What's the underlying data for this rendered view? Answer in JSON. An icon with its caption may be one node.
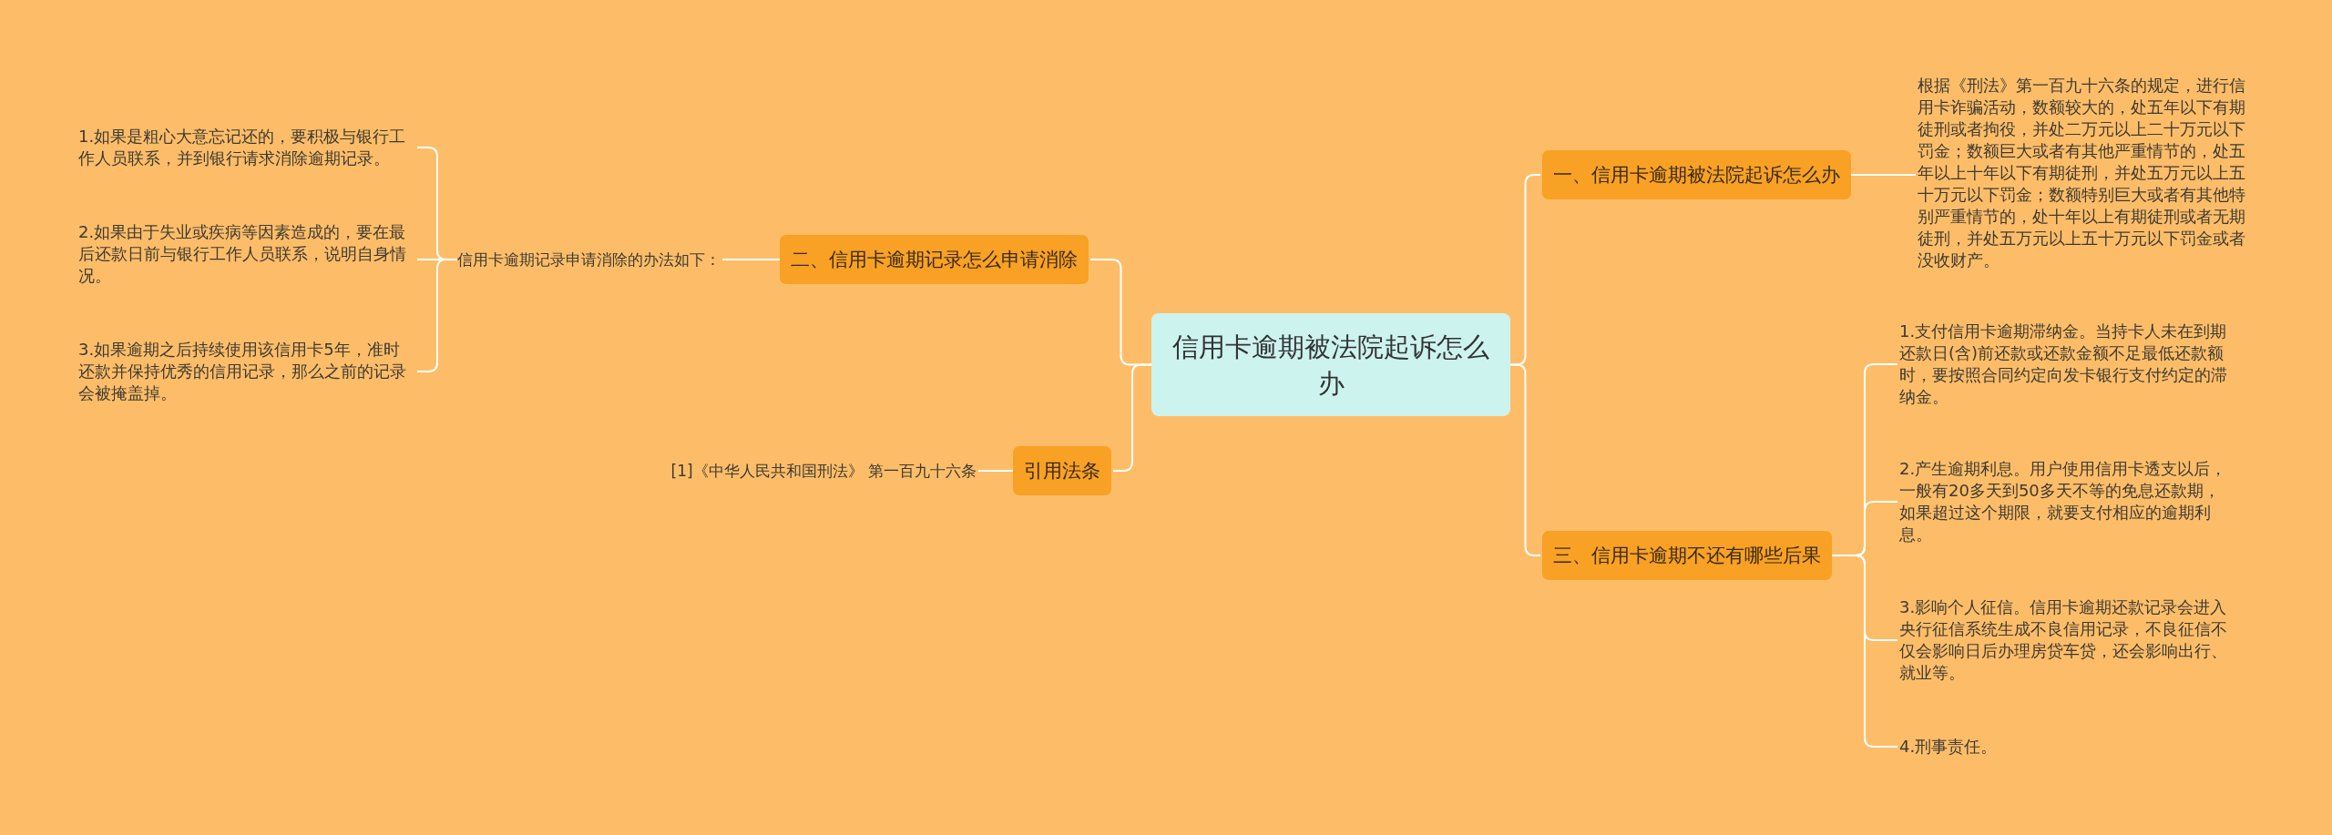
{
  "diagram": {
    "nodes": [
      {
        "text": [
          "信用卡逾期被法院起诉怎么办"
        ]
      },
      {
        "text": [
          "一、信用卡逾期被法院起诉怎么办"
        ]
      },
      {
        "text": [
          "根据《刑法》第一百九十六条的规定，进行信用卡诈骗活动，数额较大的，处五年以下有期徒刑或者拘役，并处二万元以上二十万元以下罚金；数额巨大或者有其他严重情节的，处五年以上十年以下有期徒刑，并处五万元以上五十万元以下罚金；数额特别巨大或者有其他特别严重情节的，处十年以上有期徒刑或者无期徒刑，并处五万元以上五十万元以下罚金或者没收财产。"
        ]
      },
      {
        "text": [
          "三、信用卡逾期不还有哪些后果"
        ]
      },
      {
        "text": [
          "1.支付信用卡逾期滞纳金。当持卡人未在到期还款日(含)前还款或还款金额不足最低还款额时，要按照合同约定向发卡银行支付约定的滞纳金。"
        ]
      },
      {
        "text": [
          "2.产生逾期利息。用户使用信用卡透支以后，一般有20多天到50多天不等的免息还款期，如果超过这个期限，就要支付相应的逾期利息。"
        ]
      },
      {
        "text": [
          "3.影响个人征信。信用卡逾期还款记录会进入央行征信系统生成不良信用记录，不良征信不仅会影响日后办理房贷车贷，还会影响出行、就业等。"
        ]
      },
      {
        "text": [
          "4.刑事责任。"
        ]
      },
      {
        "text": [
          "二、信用卡逾期记录怎么申请消除"
        ]
      },
      {
        "text": [
          "信用卡逾期记录申请消除的办法如下："
        ]
      },
      {
        "text": [
          "1.如果是粗心大意忘记还的，要积极与银行工作人员联系，并到银行请求消除逾期记录。"
        ]
      },
      {
        "text": [
          "2.如果由于失业或疾病等因素造成的，要在最后还款日前与银行工作人员联系，说明自身情况。"
        ]
      },
      {
        "text": [
          "3.如果逾期之后持续使用该信用卡5年，准时还款并保持优秀的信用记录，那么之前的记录会被掩盖掉。"
        ]
      },
      {
        "text": [
          "引用法条"
        ]
      },
      {
        "text": [
          "[1]《中华人民共和国刑法》 第一百九十六条"
        ]
      }
    ],
    "edges": [
      {
        "from": 0,
        "to": 1,
        "arrow": "none"
      },
      {
        "from": 1,
        "to": 2,
        "arrow": "none"
      },
      {
        "from": 0,
        "to": 3,
        "arrow": "none"
      },
      {
        "from": 3,
        "to": 4,
        "arrow": "none"
      },
      {
        "from": 3,
        "to": 5,
        "arrow": "none"
      },
      {
        "from": 3,
        "to": 6,
        "arrow": "none"
      },
      {
        "from": 3,
        "to": 7,
        "arrow": "none"
      },
      {
        "from": 0,
        "to": 8,
        "arrow": "none"
      },
      {
        "from": 8,
        "to": 9,
        "arrow": "none"
      },
      {
        "from": 9,
        "to": 10,
        "arrow": "none"
      },
      {
        "from": 9,
        "to": 11,
        "arrow": "none"
      },
      {
        "from": 9,
        "to": 12,
        "arrow": "none"
      },
      {
        "from": 0,
        "to": 13,
        "arrow": "none"
      },
      {
        "from": 13,
        "to": 14,
        "arrow": "none"
      }
    ]
  }
}
